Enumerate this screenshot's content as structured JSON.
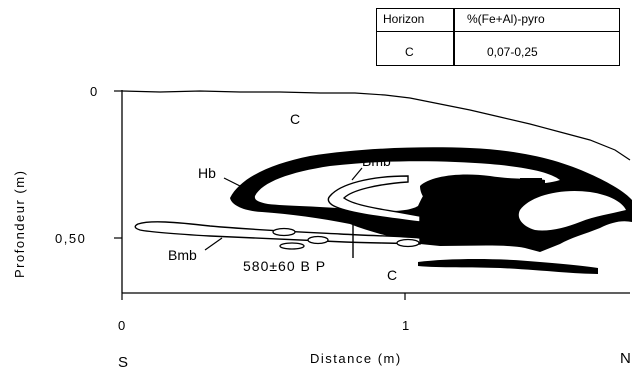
{
  "legend": {
    "header_horizon": "Horizon",
    "header_value": "%(Fe+Al)-pyro",
    "horizon": "C",
    "value": "0,07-0,25"
  },
  "axes": {
    "y_title": "Profondeur (m)",
    "y_tick_0": "0",
    "y_tick_050": "0,50",
    "x_title": "Distance (m)",
    "x_tick_0": "0",
    "x_tick_1": "1",
    "dir_left": "S",
    "dir_right": "N"
  },
  "labels": {
    "c_top": "C",
    "c_bottom": "C",
    "hb": "Hb",
    "bmb_top": "Bmb",
    "bmb_left": "Bmb",
    "date": "580±60 B P"
  }
}
